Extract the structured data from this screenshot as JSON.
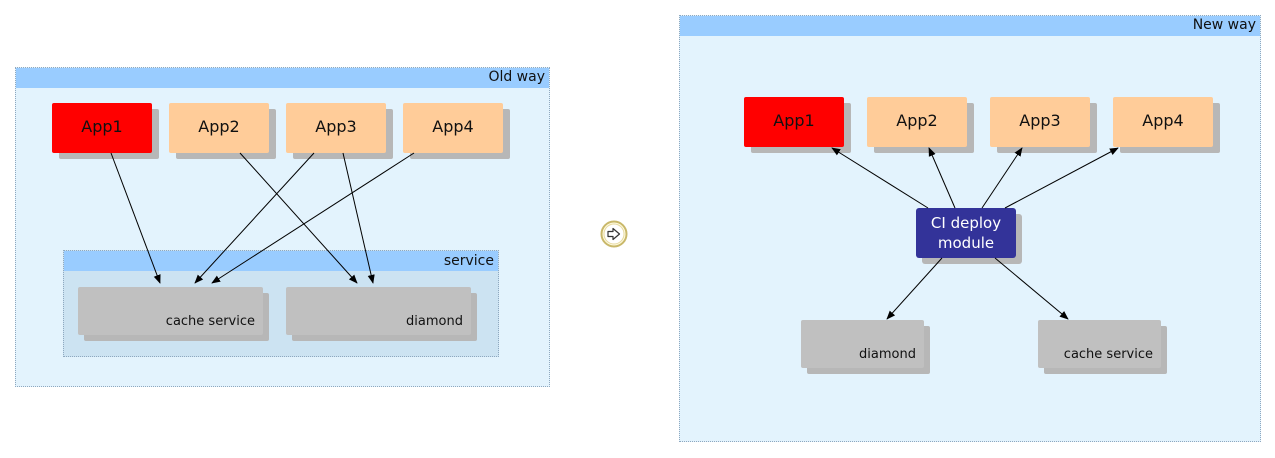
{
  "old_way": {
    "title": "Old way",
    "apps": [
      "App1",
      "App2",
      "App3",
      "App4"
    ],
    "service_group": {
      "title": "service",
      "cache_service": "cache service",
      "diamond": "diamond"
    }
  },
  "new_way": {
    "title": "New way",
    "apps": [
      "App1",
      "App2",
      "App3",
      "App4"
    ],
    "ci_module": "CI deploy\nmodule",
    "diamond": "diamond",
    "cache_service": "cache service"
  },
  "navigation": {
    "icon": "next-arrow-icon"
  },
  "colors": {
    "panel_bg": "#e3f3fd",
    "panel_header": "#99ccff",
    "app_highlight": "#ff0000",
    "app_default": "#ffcc99",
    "service_box": "#c0c0c0",
    "ci_module": "#333399"
  }
}
